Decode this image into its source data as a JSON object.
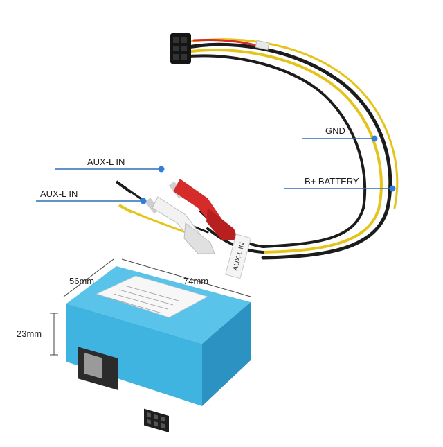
{
  "callouts": {
    "gnd": "GND",
    "battery": "B+ BATTERY",
    "aux_left_1": "AUX-L IN",
    "aux_left_2": "AUX-L IN"
  },
  "dimensions": {
    "depth": "56mm",
    "width": "74mm",
    "height": "23mm"
  },
  "cable_tag": "AUX-L IN",
  "colors": {
    "box": "#3fb4e0",
    "box_dark": "#2b92c2",
    "box_top": "#59c3ea",
    "callout_line": "#2f6fb5",
    "callout_dot": "#2f7fd8",
    "wire_black": "#1c1c1c",
    "wire_yellow": "#e5c318",
    "wire_red": "#d62b2b"
  }
}
